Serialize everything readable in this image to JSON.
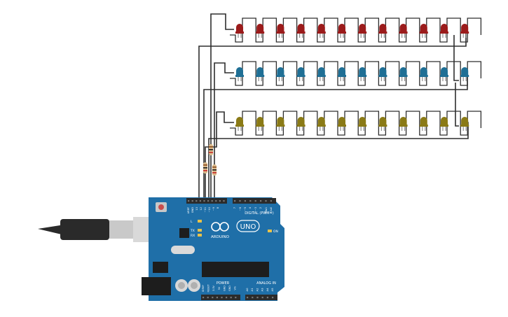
{
  "board": {
    "logo_text": "UNO",
    "brand_text": "ARDUINO",
    "digital_label": "DIGITAL (PWM~)",
    "power_label": "POWER",
    "analog_label": "ANALOG IN",
    "on_label": "ON",
    "tx_label": "TX",
    "rx_label": "RX",
    "l_label": "L",
    "aref_label": "AREF",
    "gnd_label": "GND",
    "pin_labels_top": [
      "13",
      "12",
      "~11",
      "~10",
      "~9",
      "8",
      "7",
      "~6",
      "~5",
      "4",
      "~3",
      "2",
      "TX▸1",
      "RX◂0"
    ],
    "pin_labels_power": [
      "IOREF",
      "RESET",
      "3.3V",
      "5V",
      "GND",
      "GND",
      "Vin"
    ],
    "pin_labels_analog": [
      "A0",
      "A1",
      "A2",
      "A3",
      "A4",
      "A5"
    ]
  },
  "led_rows": [
    {
      "name": "red",
      "color": "#9b1b1b",
      "count": 12
    },
    {
      "name": "blue",
      "color": "#1f6f95",
      "count": 12
    },
    {
      "name": "yellow",
      "color": "#8a7a16",
      "count": 12
    }
  ],
  "resistor_count": 3,
  "colors": {
    "board": "#1f6fa8",
    "board_dark": "#15527e",
    "header": "#2b2b2b",
    "wire": "#2e2e2e",
    "led_leg": "#8c8c8c",
    "usb_body": "#2a2a2a",
    "usb_metal": "#c9c9c9",
    "chip": "#1d1d1d"
  }
}
